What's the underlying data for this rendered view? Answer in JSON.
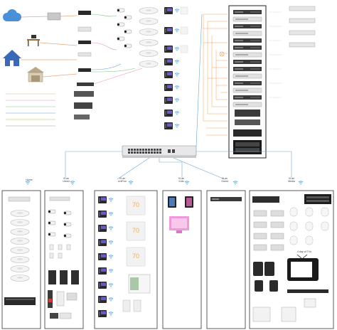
{
  "vlans": [
    {
      "line1": "Home",
      "line2": ""
    },
    {
      "line1": "VLan",
      "line2": "Ubnet"
    },
    {
      "line1": "VLan",
      "line2": "UniFive"
    },
    {
      "line1": "VLan",
      "line2": "Kids"
    },
    {
      "line1": "VLan",
      "line2": "Guest"
    },
    {
      "line1": "VLan",
      "line2": "Media"
    }
  ],
  "thermostats": [
    "70",
    "70",
    "70"
  ],
  "tv_label": "4 day of TVs",
  "colors": {
    "wan_line": "#e8a87c",
    "ap_line_green": "#7cc488",
    "ap_line_pink": "#e88ab8",
    "ap_line_blue": "#6a9bd8",
    "switch_line": "#6aa8d0",
    "rack_line": "#f0a050",
    "wifi": "#3aa0e0",
    "panel_border": "#333333",
    "cloud": "#4a90d9",
    "house": "#3a68b8",
    "thermostat": "#f2b04a"
  }
}
